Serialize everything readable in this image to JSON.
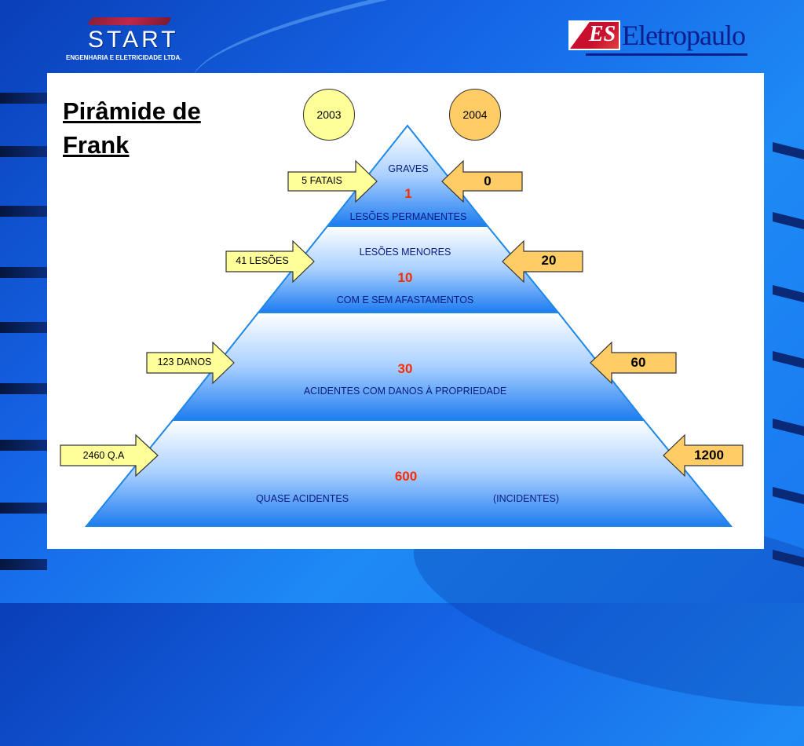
{
  "branding": {
    "start_name": "START",
    "start_subtitle": "ENGENHARIA E ELETRICIDADE LTDA.",
    "eletropaulo_name": "Eletropaulo",
    "eletropaulo_mark": "ES"
  },
  "title": {
    "line1": "Pirâmide de",
    "line2": "Frank"
  },
  "years": {
    "left": "2003",
    "right": "2004"
  },
  "colors": {
    "left_arrow": "#ffff99",
    "right_arrow": "#ffcc66",
    "level_number": "#ff2a00",
    "level_text": "#0a1a80"
  },
  "levels": [
    {
      "top": "GRAVES",
      "value": "1",
      "bottom": "LESÕES PERMANENTES",
      "left_2003": "5 FATAIS",
      "right_2004": "0"
    },
    {
      "top": "LESÕES MENORES",
      "value": "10",
      "bottom": "COM E SEM AFASTAMENTOS",
      "left_2003": "41 LESÕES",
      "right_2004": "20"
    },
    {
      "top": "",
      "value": "30",
      "bottom": "ACIDENTES COM DANOS À PROPRIEDADE",
      "left_2003": "123 DANOS",
      "right_2004": "60"
    },
    {
      "top": "",
      "value": "600",
      "bottom_left": "QUASE ACIDENTES",
      "bottom_right": "(INCIDENTES)",
      "left_2003": "2460 Q.A",
      "right_2004": "1200"
    }
  ]
}
